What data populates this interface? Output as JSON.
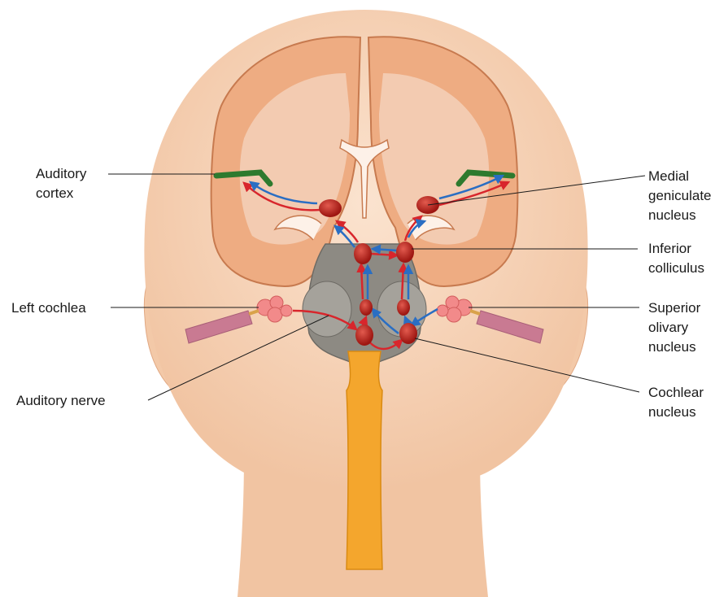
{
  "labels": {
    "auditory_cortex": [
      "Auditory",
      "cortex"
    ],
    "left_cochlea": "Left cochlea",
    "auditory_nerve": "Auditory nerve",
    "medial_geniculate": [
      "Medial",
      "geniculate",
      "nucleus"
    ],
    "inferior_colliculus": [
      "Inferior",
      "colliculus"
    ],
    "superior_olivary": [
      "Superior",
      "olivary",
      "nucleus"
    ],
    "cochlear_nucleus": [
      "Cochlear",
      "nucleus"
    ]
  },
  "colors": {
    "skin": "#f6d3b6",
    "skin_shadow": "#e9b592",
    "brain": "#eeac82",
    "brain_outline": "#c77a4f",
    "white_matter": "#f8e6d8",
    "brainstem": "#8d8a83",
    "spinal_cord": "#f4a62d",
    "nucleus": "#c2251f",
    "pathway_red": "#d8262c",
    "pathway_blue": "#2a6ec3",
    "auditory_cortex": "#2e7a2e",
    "cochlea": "#f28a8a",
    "nerve": "#c97a92"
  }
}
